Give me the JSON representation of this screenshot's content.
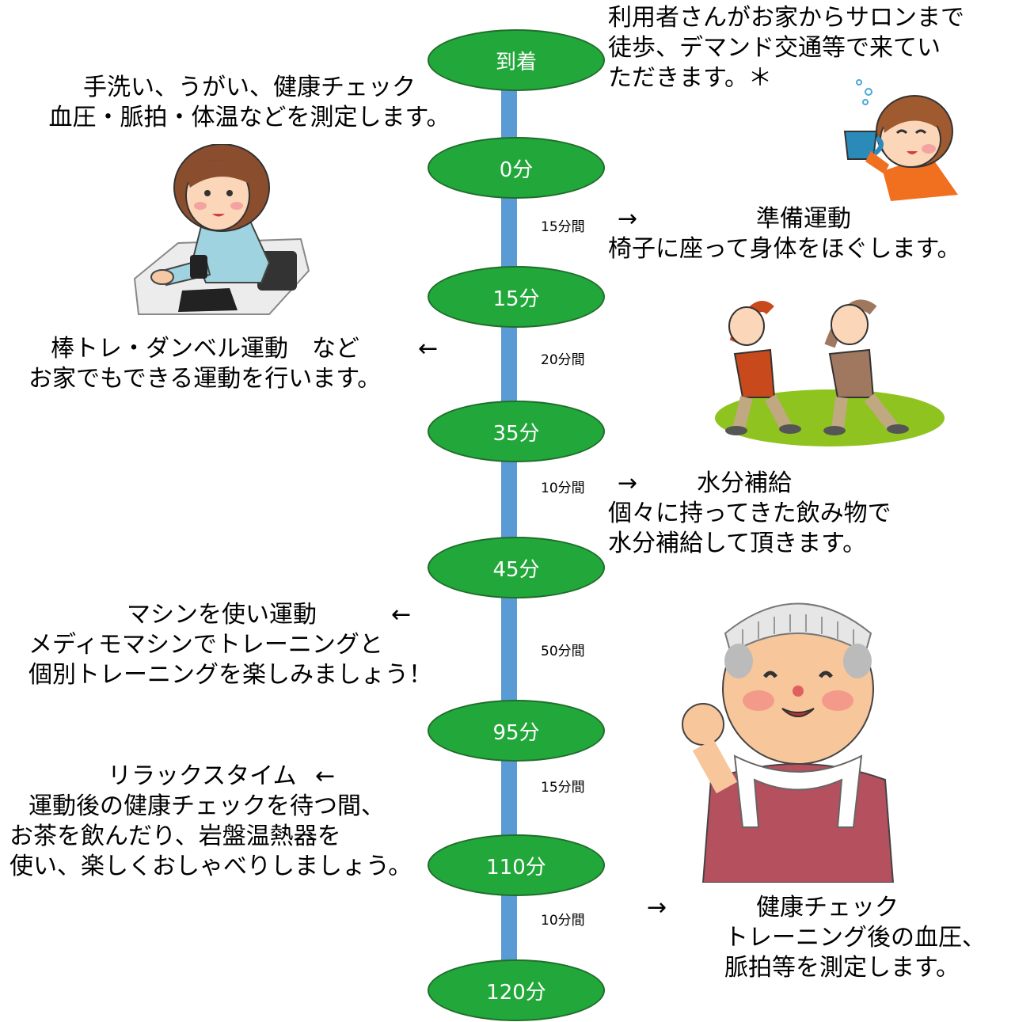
{
  "timeline": {
    "nodes": [
      "到着",
      "0分",
      "15分",
      "35分",
      "45分",
      "95分",
      "110分",
      "120分"
    ],
    "durations": [
      "15分間",
      "20分間",
      "10分間",
      "50分間",
      "15分間",
      "10分間"
    ]
  },
  "notes": {
    "arrival": {
      "line1": "利用者さんがお家からサロンまで",
      "line2": "徒歩、デマンド交通等で来てい",
      "line3": "ただきます。＊"
    },
    "checkup": {
      "line1": "手洗い、うがい、健康チェック",
      "line2": "血圧・脈拍・体温などを測定します。"
    },
    "warmup": {
      "arrow": "→",
      "title": "準備運動",
      "line1": "椅子に座って身体をほぐします。"
    },
    "stick": {
      "title": "棒トレ・ダンベル運動　など",
      "arrow": "←",
      "line1": "お家でもできる運動を行います。"
    },
    "hydration": {
      "arrow": "→",
      "title": "水分補給",
      "line1": "個々に持ってきた飲み物で",
      "line2": "水分補給して頂きます。"
    },
    "machine": {
      "title": "マシンを使い運動",
      "arrow": "←",
      "line1": "メディモマシンでトレーニングと",
      "line2": "個別トレーニングを楽しみましょう！"
    },
    "relax": {
      "title": "リラックスタイム",
      "arrow": "←",
      "line1": "運動後の健康チェックを待つ間、",
      "line2": "お茶を飲んだり、岩盤温熱器を",
      "line3": "使い、楽しくおしゃべりしましょう。"
    },
    "final": {
      "arrow": "→",
      "title": "健康チェック",
      "line1": "トレーニング後の血圧、",
      "line2": "脈拍等を測定します。"
    }
  },
  "colors": {
    "node_fill": "#22a83a",
    "node_border": "#1f6e2c",
    "timeline": "#5b9bd5"
  }
}
